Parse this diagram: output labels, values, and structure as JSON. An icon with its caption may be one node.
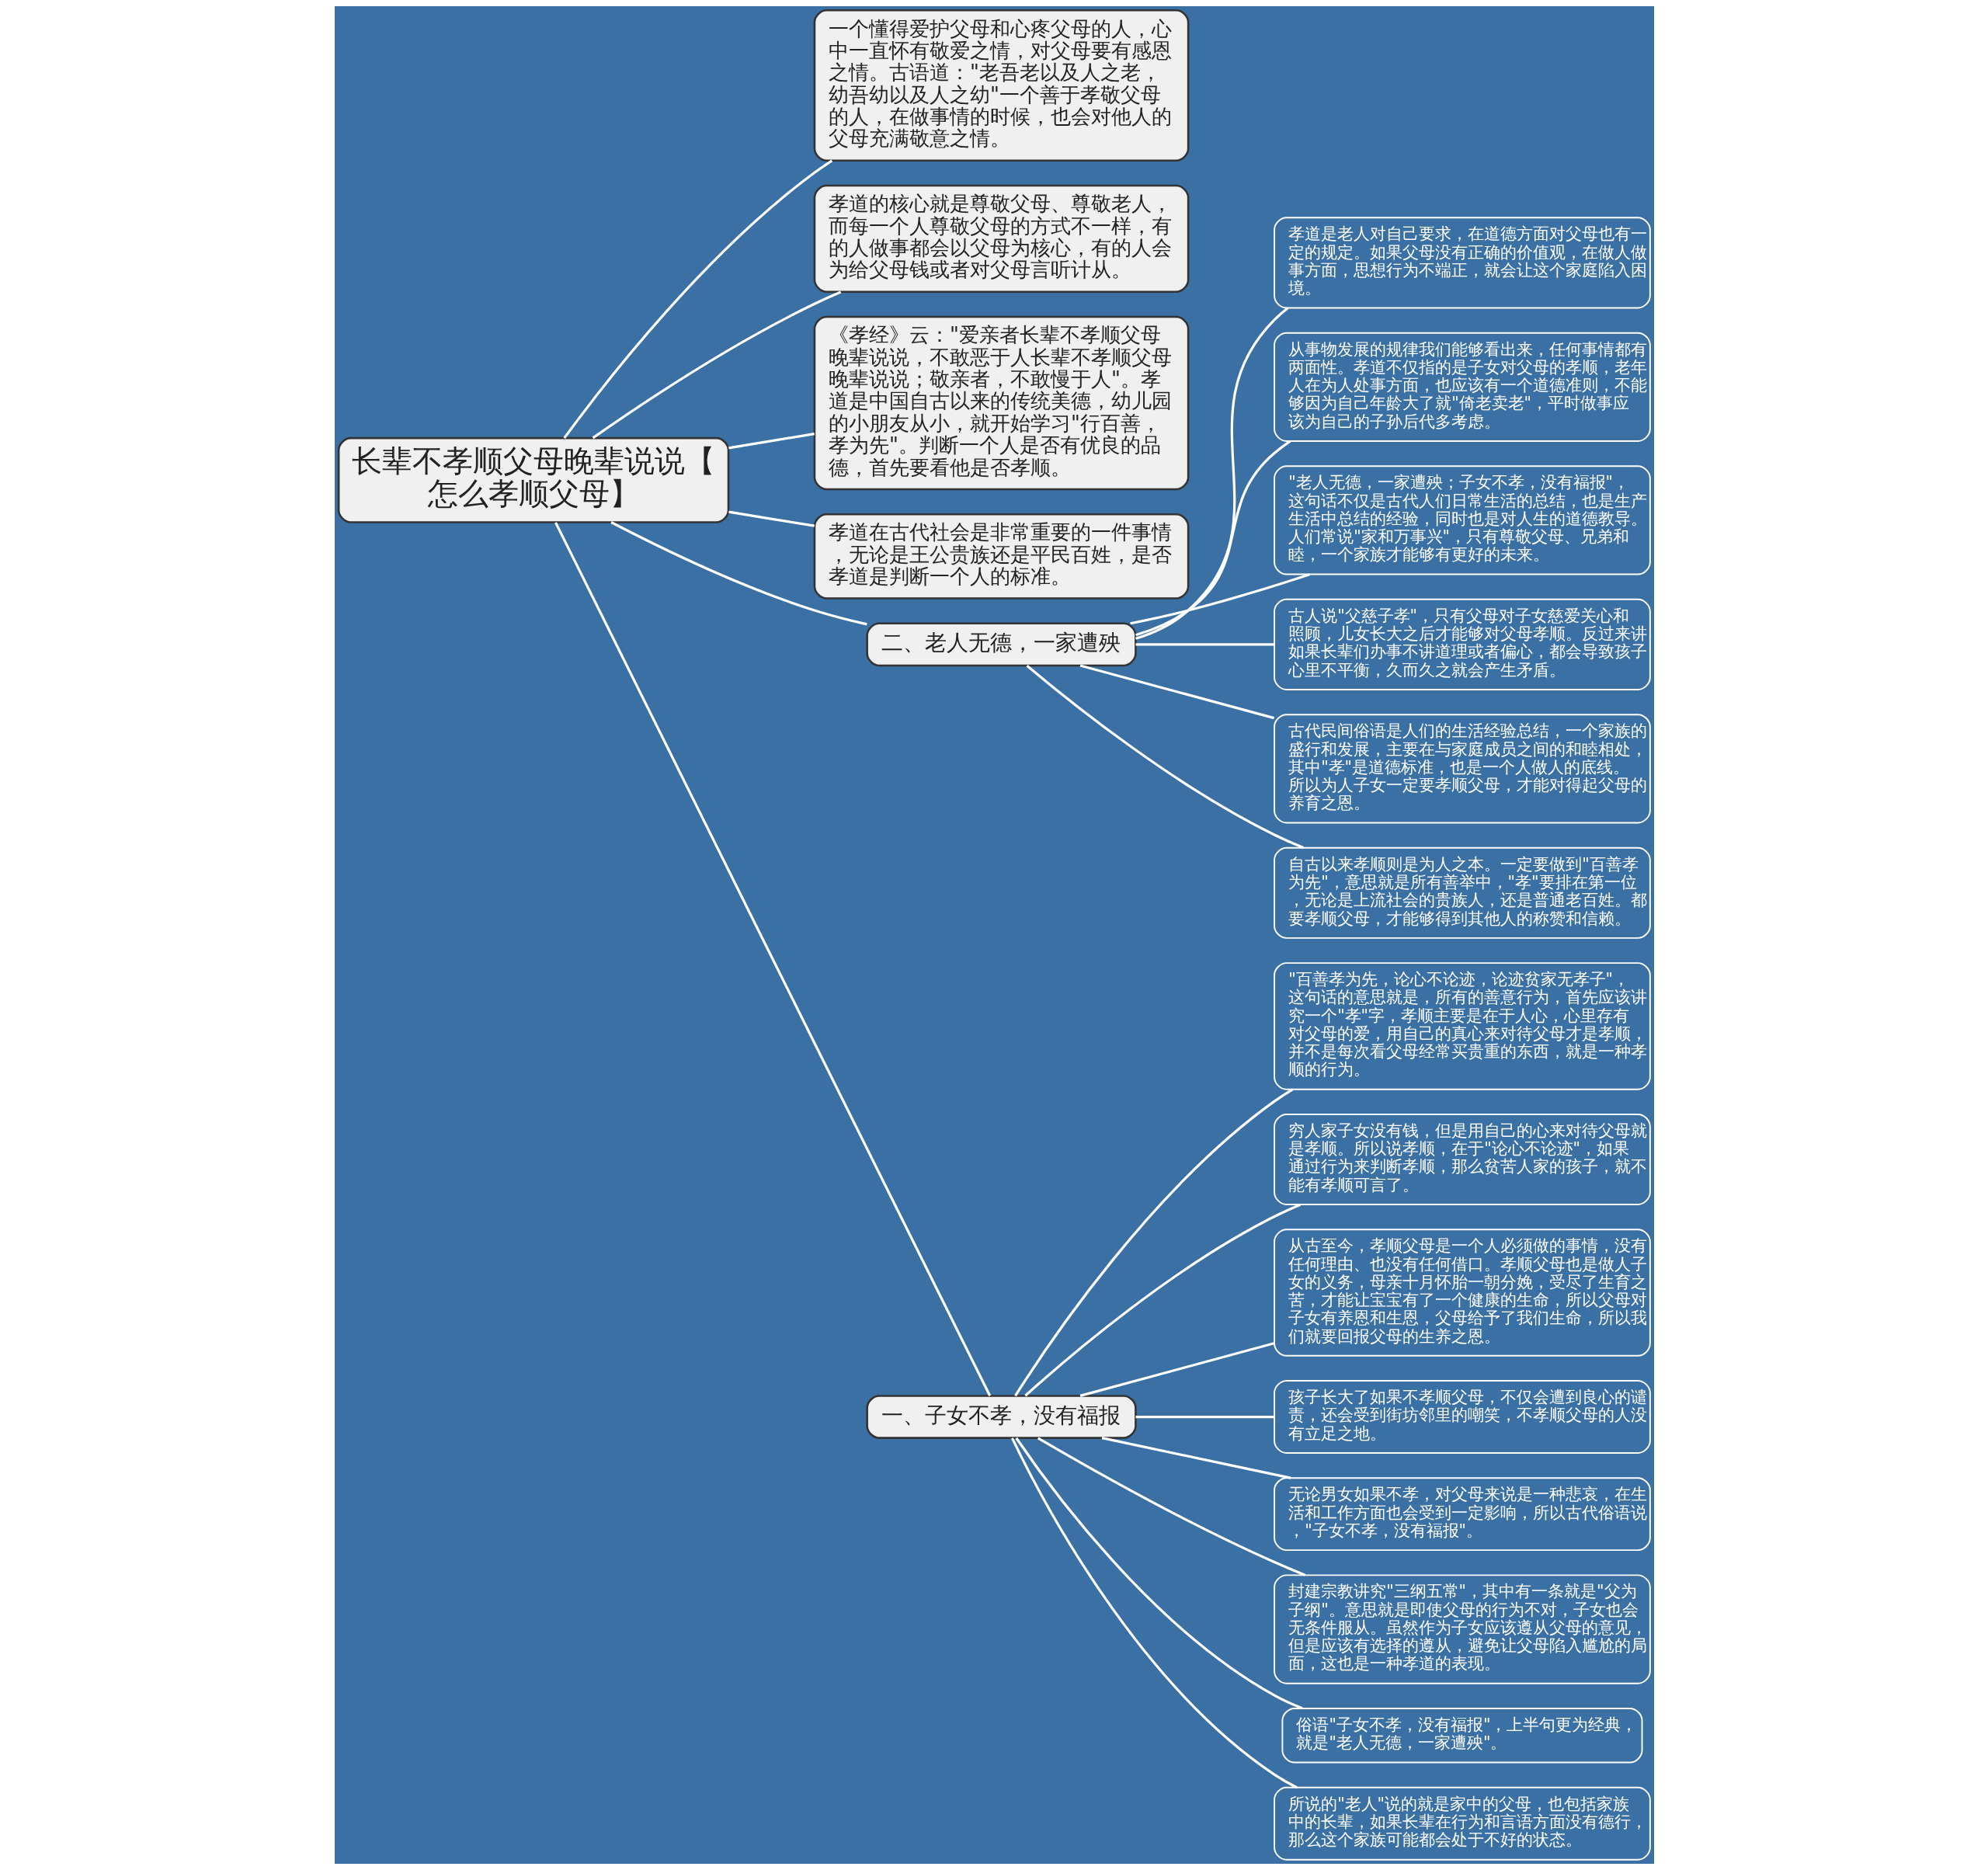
{
  "diagram": {
    "nodes": [
      {
        "text": [
          "长辈不孝顺父母晚辈说说【怎么孝顺父母】"
        ]
      },
      {
        "text": [
          "一个懂得爱护父母和心疼父母的人，心中一直怀有敬爱之情，对父母要有感恩之情。古语道：\"老吾老以及人之老，幼吾幼以及人之幼\"一个善于孝敬父母的人，在做事情的时候，也会对他人的父母充满敬意之情。"
        ]
      },
      {
        "text": [
          "孝道的核心就是尊敬父母、尊敬老人，而每一个人尊敬父母的方式不一样，有的人做事都会以父母为核心，有的人会为给父母钱或者对父母言听计从。"
        ]
      },
      {
        "text": [
          "《孝经》云：\"爱亲者长辈不孝顺父母晚辈说说，不敢恶于人长辈不孝顺父母晚辈说说；敬亲者，不敢慢于人\"。孝道是中国自古以来的传统美德，幼儿园的小朋友从小，就开始学习\"行百善，孝为先\"。判断一个人是否有优良的品德，首先要看他是否孝顺。"
        ]
      },
      {
        "text": [
          "孝道在古代社会是非常重要的一件事情，无论是王公贵族还是平民百姓，是否孝道是判断一个人的标准。"
        ]
      },
      {
        "text": [
          "二、老人无德，一家遭殃"
        ]
      },
      {
        "text": [
          "孝道是老人对自己要求，在道德方面对父母也有一定的规定。如果父母没有正确的价值观，在做人做事方面，思想行为不端正，就会让这个家庭陷入困境。"
        ]
      },
      {
        "text": [
          "从事物发展的规律我们能够看出来，任何事情都有两面性。孝道不仅指的是子女对父母的孝顺，老年人在为人处事方面，也应该有一个道德准则，不能够因为自己年龄大了就\"倚老卖老\"，平时做事应该为自己的子孙后代多考虑。"
        ]
      },
      {
        "text": [
          "\"老人无德，一家遭殃；子女不孝，没有福报\"，这句话不仅是古代人们日常生活的总结，也是生产生活中总结的经验，同时也是对人生的道德教导。人们常说\"家和万事兴\"，只有尊敬父母、兄弟和睦，一个家族才能够有更好的未来。"
        ]
      },
      {
        "text": [
          "古人说\"父慈子孝\"，只有父母对子女慈爱关心和照顾，儿女长大之后才能够对父母孝顺。反过来讲如果长辈们办事不讲道理或者偏心，都会导致孩子心里不平衡，久而久之就会产生矛盾。"
        ]
      },
      {
        "text": [
          "古代民间俗语是人们的生活经验总结，一个家族的盛行和发展，主要在与家庭成员之间的和睦相处，其中\"孝\"是道德标准，也是一个人做人的底线。所以为人子女一定要孝顺父母，才能对得起父母的养育之恩。"
        ]
      },
      {
        "text": [
          "自古以来孝顺则是为人之本。一定要做到\"百善孝为先\"，意思就是所有善举中，\"孝\"要排在第一位，无论是上流社会的贵族人，还是普通老百姓。都要孝顺父母，才能够得到其他人的称赞和信赖。"
        ]
      },
      {
        "text": [
          "一、子女不孝，没有福报"
        ]
      },
      {
        "text": [
          "\"百善孝为先，论心不论迹，论迹贫家无孝子\"，这句话的意思就是，所有的善意行为，首先应该讲究一个\"孝\"字，孝顺主要是在于人心，心里存有对父母的爱，用自己的真心来对待父母才是孝顺，并不是每次看父母经常买贵重的东西，就是一种孝顺的行为。"
        ]
      },
      {
        "text": [
          "穷人家子女没有钱，但是用自己的心来对待父母就是孝顺。所以说孝顺，在于\"论心不论迹\"，如果通过行为来判断孝顺，那么贫苦人家的孩子，就不能有孝顺可言了。"
        ]
      },
      {
        "text": [
          "从古至今，孝顺父母是一个人必须做的事情，没有任何理由、也没有任何借口。孝顺父母也是做人子女的义务，母亲十月怀胎一朝分娩，受尽了生育之苦，才能让宝宝有了一个健康的生命，所以父母对子女有养恩和生恩，父母给予了我们生命，所以我们就要回报父母的生养之恩。"
        ]
      },
      {
        "text": [
          "孩子长大了如果不孝顺父母，不仅会遭到良心的谴责，还会受到街坊邻里的嘲笑，不孝顺父母的人没有立足之地。"
        ]
      },
      {
        "text": [
          "无论男女如果不孝，对父母来说是一种悲哀，在生活和工作方面也会受到一定影响，所以古代俗语说，\"子女不孝，没有福报\"。"
        ]
      },
      {
        "text": [
          "封建宗教讲究\"三纲五常\"，其中有一条就是\"父为子纲\"。意思就是即使父母的行为不对，子女也会无条件服从。虽然作为子女应该遵从父母的意见，但是应该有选择的遵从，避免让父母陷入尴尬的局面，这也是一种孝道的表现。"
        ]
      },
      {
        "text": [
          "俗语\"子女不孝，没有福报\"，上半句更为经典，就是\"老人无德，一家遭殃\"。"
        ]
      },
      {
        "text": [
          "所说的\"老人\"说的就是家中的父母，也包括家族中的长辈，如果长辈在行为和言语方面没有德行，那么这个家族可能都会处于不好的状态。"
        ]
      }
    ],
    "edges": [
      {
        "from": 0,
        "to": 1,
        "arrow": "none"
      },
      {
        "from": 0,
        "to": 2,
        "arrow": "none"
      },
      {
        "from": 0,
        "to": 3,
        "arrow": "none"
      },
      {
        "from": 0,
        "to": 4,
        "arrow": "none"
      },
      {
        "from": 0,
        "to": 5,
        "arrow": "none"
      },
      {
        "from": 0,
        "to": 12,
        "arrow": "none"
      },
      {
        "from": 5,
        "to": 6,
        "arrow": "none"
      },
      {
        "from": 5,
        "to": 7,
        "arrow": "none"
      },
      {
        "from": 5,
        "to": 8,
        "arrow": "none"
      },
      {
        "from": 5,
        "to": 9,
        "arrow": "none"
      },
      {
        "from": 5,
        "to": 10,
        "arrow": "none"
      },
      {
        "from": 5,
        "to": 11,
        "arrow": "none"
      },
      {
        "from": 12,
        "to": 13,
        "arrow": "none"
      },
      {
        "from": 12,
        "to": 14,
        "arrow": "none"
      },
      {
        "from": 12,
        "to": 15,
        "arrow": "none"
      },
      {
        "from": 12,
        "to": 16,
        "arrow": "none"
      },
      {
        "from": 12,
        "to": 17,
        "arrow": "none"
      },
      {
        "from": 12,
        "to": 18,
        "arrow": "none"
      },
      {
        "from": 12,
        "to": 19,
        "arrow": "none"
      },
      {
        "from": 12,
        "to": 20,
        "arrow": "none"
      }
    ]
  }
}
